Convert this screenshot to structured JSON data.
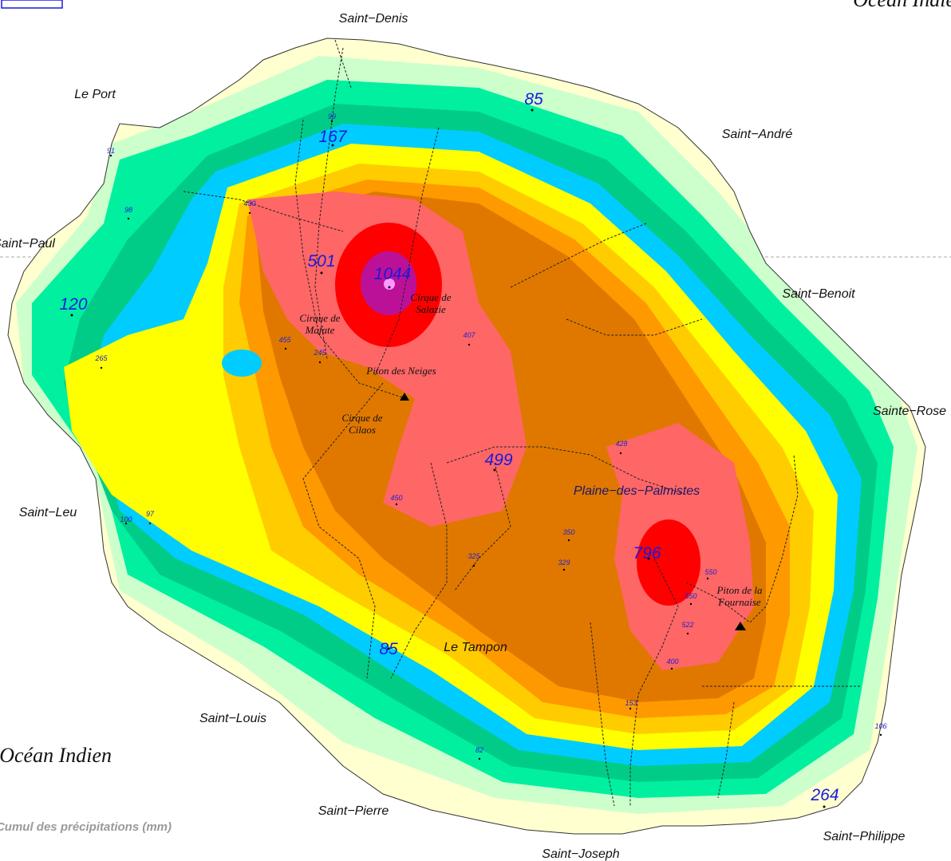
{
  "legend_title": "Cumul des précipitations (mm)",
  "ocean_labels": [
    "Océan Indien",
    "Océan Indien"
  ],
  "towns": [
    {
      "id": "saint-denis",
      "label": "Saint−Denis"
    },
    {
      "id": "le-port",
      "label": "Le Port"
    },
    {
      "id": "saint-andre",
      "label": "Saint−André"
    },
    {
      "id": "saint-paul",
      "label": "Saint−Paul"
    },
    {
      "id": "saint-benoit",
      "label": "Saint−Benoit"
    },
    {
      "id": "sainte-rose",
      "label": "Sainte−Rose"
    },
    {
      "id": "saint-leu",
      "label": "Saint−Leu"
    },
    {
      "id": "saint-louis",
      "label": "Saint−Louis"
    },
    {
      "id": "le-tampon",
      "label": "Le Tampon"
    },
    {
      "id": "saint-pierre",
      "label": "Saint−Pierre"
    },
    {
      "id": "saint-joseph",
      "label": "Saint−Joseph"
    },
    {
      "id": "saint-philippe",
      "label": "Saint−Philippe"
    }
  ],
  "regions": [
    {
      "id": "cirque-salazie",
      "lines": [
        "Cirque de",
        "Salazie"
      ]
    },
    {
      "id": "cirque-mafate",
      "lines": [
        "Cirque de",
        "Mafate"
      ]
    },
    {
      "id": "piton-neiges",
      "lines": [
        "Piton des Neiges"
      ]
    },
    {
      "id": "cirque-cilaos",
      "lines": [
        "Cirque de",
        "Cilaos"
      ]
    },
    {
      "id": "piton-fournaise",
      "lines": [
        "Piton de la",
        "Fournaise"
      ]
    },
    {
      "id": "plaine-palmistes",
      "lines": [
        "Plaine−des−Palmistes"
      ]
    }
  ],
  "stations_major": [
    "85",
    "167",
    "501",
    "1044",
    "120",
    "499",
    "796",
    "85",
    "264"
  ],
  "stations_minor": [
    "99",
    "91",
    "430",
    "98",
    "265",
    "455",
    "245",
    "407",
    "428",
    "450",
    "100",
    "97",
    "350",
    "329",
    "325",
    "550",
    "550",
    "522",
    "400",
    "153",
    "106",
    "82"
  ],
  "colors": {
    "ocean": "#ffffff",
    "lvl1": "#ffffd0",
    "lvl2": "#ccffcc",
    "lvl3": "#00f0a0",
    "lvl4": "#00cc88",
    "lvl5": "#00ccff",
    "lvl6": "#ffff00",
    "lvl7": "#ffcc00",
    "lvl8": "#ff9900",
    "lvl9": "#e07800",
    "lvl10": "#ff6666",
    "lvl11": "#ff0000",
    "lvl12": "#bb1199",
    "lvl13": "#ff99ff"
  }
}
